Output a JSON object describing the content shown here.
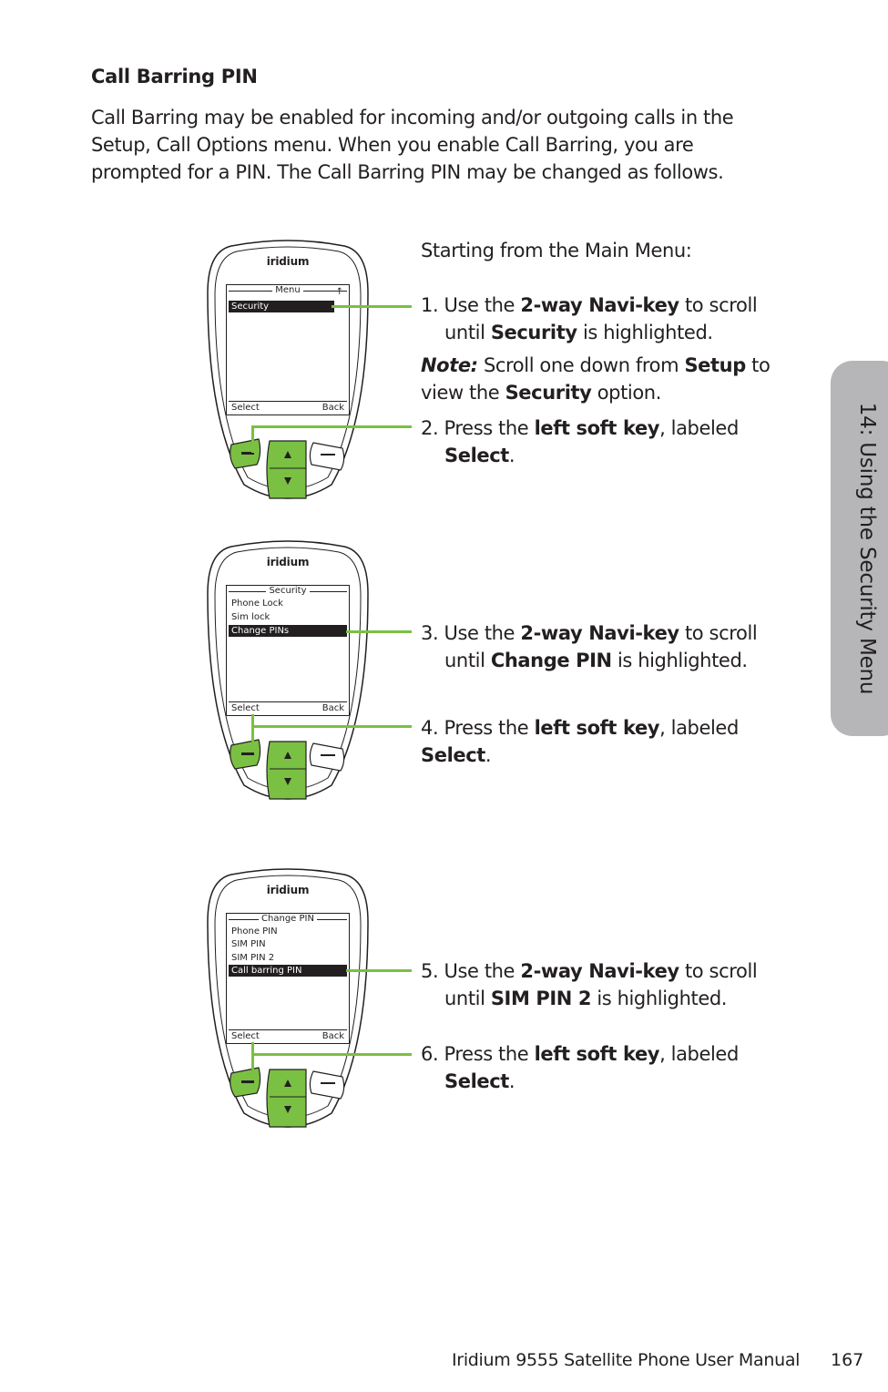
{
  "heading": "Call Barring PIN",
  "intro": "Call Barring may be enabled for incoming and/or outgoing calls in the Setup, Call Options menu. When you enable Call Barring, you are prompted for a PIN. The Call Barring PIN may be changed as follows.",
  "side_tab": "14: Using the Security Menu",
  "start_text": "Starting from the Main Menu:",
  "steps": {
    "s1": {
      "a": "1. Use the ",
      "b": "2-way Navi-key",
      "c": " to scroll",
      "d": "until ",
      "e": "Security",
      "f": " is highlighted."
    },
    "note": {
      "a": "Note:",
      "b": " Scroll one down from ",
      "c": "Setup",
      "d": " to",
      "e": "view the ",
      "f": "Security",
      "g": " option."
    },
    "s2": {
      "a": "2. Press the ",
      "b": "left soft key",
      "c": ", labeled",
      "d": "Select",
      "e": "."
    },
    "s3": {
      "a": "3. Use the ",
      "b": "2-way Navi-key",
      "c": " to scroll",
      "d": "until ",
      "e": "Change PIN",
      "f": " is highlighted."
    },
    "s4": {
      "a": "4. Press the ",
      "b": "left soft key",
      "c": ", labeled",
      "d": "Select",
      "e": "."
    },
    "s5": {
      "a": "5. Use the ",
      "b": "2-way Navi-key",
      "c": " to scroll",
      "d": "until ",
      "e": "SIM PIN 2",
      "f": " is highlighted."
    },
    "s6": {
      "a": "6. Press the ",
      "b": "left soft key",
      "c": ", labeled",
      "d": "Select",
      "e": "."
    }
  },
  "phones": [
    {
      "logo": "iridium",
      "title": "Menu",
      "items": [
        "Security"
      ],
      "soft_left": "Select",
      "soft_right": "Back"
    },
    {
      "logo": "iridium",
      "title": "Security",
      "items": [
        "Phone Lock",
        "Sim lock",
        "Change PINs"
      ],
      "soft_left": "Select",
      "soft_right": "Back"
    },
    {
      "logo": "iridium",
      "title": "Change PIN",
      "items": [
        "Phone PIN",
        "SIM PIN",
        "SIM PIN 2",
        "Call barring PIN"
      ],
      "soft_left": "Select",
      "soft_right": "Back"
    }
  ],
  "colors": {
    "accent_green": "#7ac043",
    "tab_gray": "#b6b6b8"
  },
  "footer": "Iridium 9555 Satellite Phone User Manual",
  "page_number": "167"
}
